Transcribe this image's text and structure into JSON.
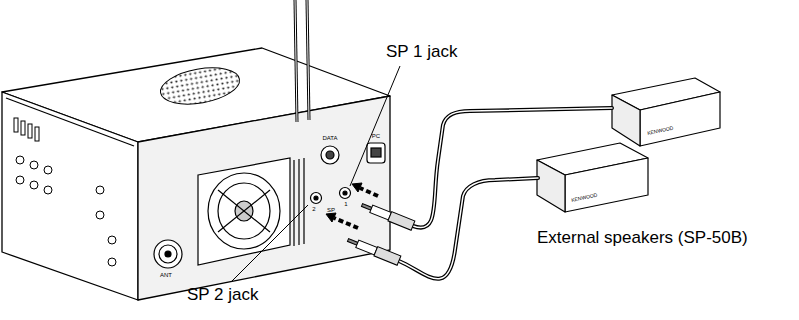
{
  "diagram": {
    "labels": [
      "SP 1 jack",
      "SP 2 jack",
      "External speakers (SP-50B)",
      "ANT",
      "DATA",
      "PC",
      "SP",
      "1",
      "2",
      "KENWOOD",
      "KENWOOD"
    ]
  }
}
